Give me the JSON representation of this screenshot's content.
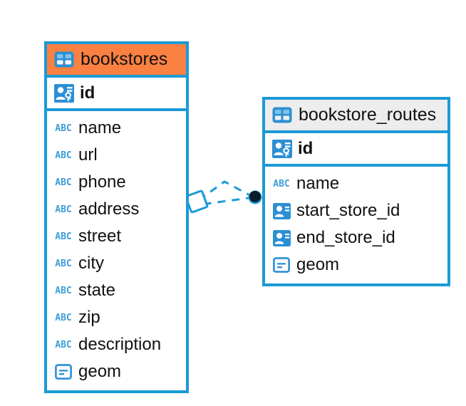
{
  "diagram": {
    "type": "entity-relationship-diagram",
    "background_color": "#ffffff",
    "accent_color": "#1b9ad6",
    "header_highlight_color": "#fa8142",
    "header_default_color": "#ededed",
    "icon_color": "#3c9ed8",
    "connector_color": "#1b9ad6",
    "connector_endpoint_color": "#0d1b2a"
  },
  "entities": [
    {
      "name": "bookstores",
      "header_style": "orange",
      "table_icon": "table-icon",
      "primary_key": {
        "label": "id",
        "icon": "primary-key-icon",
        "type": "primary-key"
      },
      "fields": [
        {
          "label": "name",
          "icon": "text-type-icon",
          "type": "text"
        },
        {
          "label": "url",
          "icon": "text-type-icon",
          "type": "text"
        },
        {
          "label": "phone",
          "icon": "text-type-icon",
          "type": "text"
        },
        {
          "label": "address",
          "icon": "text-type-icon",
          "type": "text"
        },
        {
          "label": "street",
          "icon": "text-type-icon",
          "type": "text"
        },
        {
          "label": "city",
          "icon": "text-type-icon",
          "type": "text"
        },
        {
          "label": "state",
          "icon": "text-type-icon",
          "type": "text"
        },
        {
          "label": "zip",
          "icon": "text-type-icon",
          "type": "text"
        },
        {
          "label": "description",
          "icon": "text-type-icon",
          "type": "text"
        },
        {
          "label": "geom",
          "icon": "geometry-type-icon",
          "type": "geometry"
        }
      ]
    },
    {
      "name": "bookstore_routes",
      "header_style": "grey",
      "table_icon": "table-icon",
      "primary_key": {
        "label": "id",
        "icon": "primary-key-icon",
        "type": "primary-key"
      },
      "fields": [
        {
          "label": "name",
          "icon": "text-type-icon",
          "type": "text"
        },
        {
          "label": "start_store_id",
          "icon": "foreign-key-icon",
          "type": "foreign-key"
        },
        {
          "label": "end_store_id",
          "icon": "foreign-key-icon",
          "type": "foreign-key"
        },
        {
          "label": "geom",
          "icon": "geometry-type-icon",
          "type": "geometry"
        }
      ]
    }
  ],
  "relationships": [
    {
      "from_entity": "bookstore_routes",
      "from_field": "start_store_id",
      "to_entity": "bookstores",
      "to_field": "id",
      "line_style": "dashed",
      "source_endpoint": "filled-circle",
      "target_endpoint": "diamond"
    },
    {
      "from_entity": "bookstore_routes",
      "from_field": "end_store_id",
      "to_entity": "bookstores",
      "to_field": "id",
      "line_style": "dashed",
      "source_endpoint": "filled-circle",
      "target_endpoint": "diamond"
    }
  ]
}
